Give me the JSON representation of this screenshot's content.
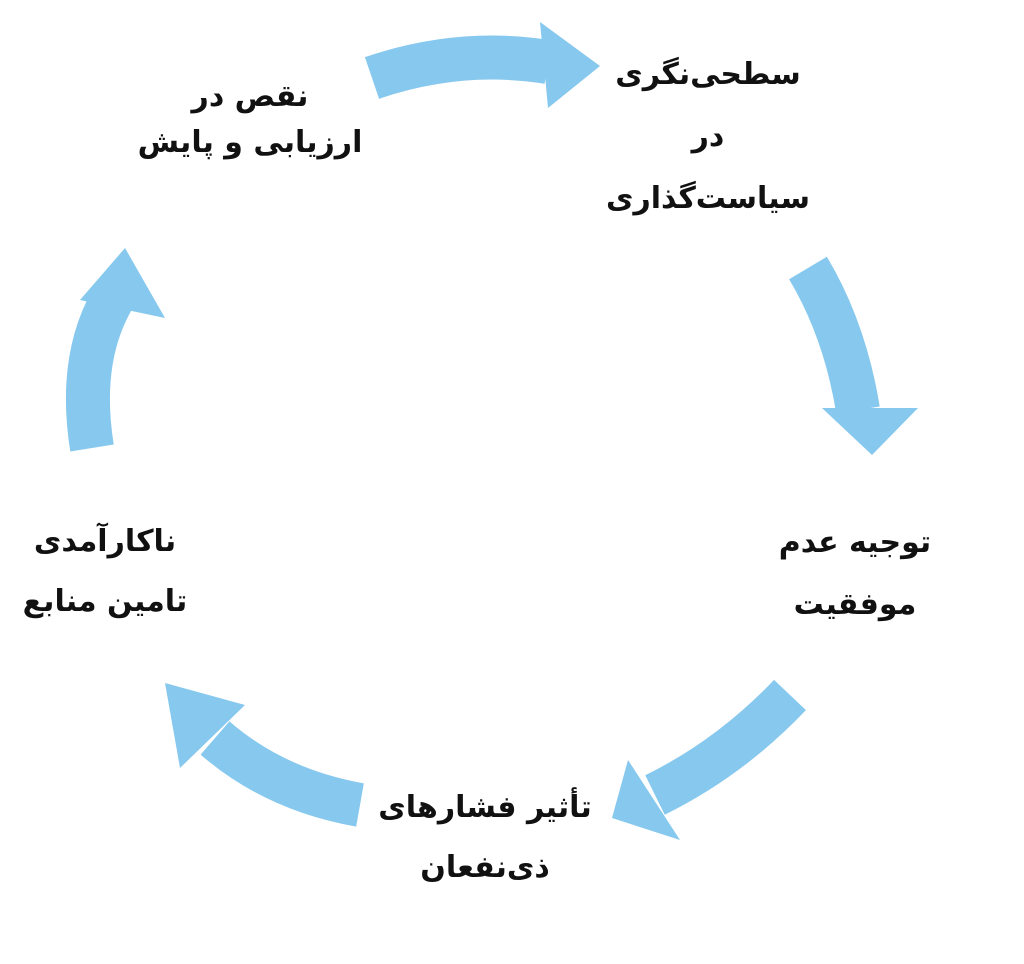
{
  "colors": {
    "arrow": "#86c8ee",
    "text": "#111111"
  },
  "nodes": [
    {
      "id": "weak-evaluation",
      "lines": [
        "نقص در",
        "ارزیابی و پایش"
      ]
    },
    {
      "id": "superficial-policy",
      "lines": [
        "سطحی‌نگری",
        "در",
        "سیاست‌گذاری"
      ]
    },
    {
      "id": "justify-failure",
      "lines": [
        "توجیه عدم",
        "موفقیت"
      ]
    },
    {
      "id": "stakeholder-pressure",
      "lines": [
        "تأثیر فشارهای",
        "ذی‌نفعان"
      ]
    },
    {
      "id": "resource-inefficiency",
      "lines": [
        "ناکارآمدی",
        "تامین منابع"
      ]
    }
  ]
}
